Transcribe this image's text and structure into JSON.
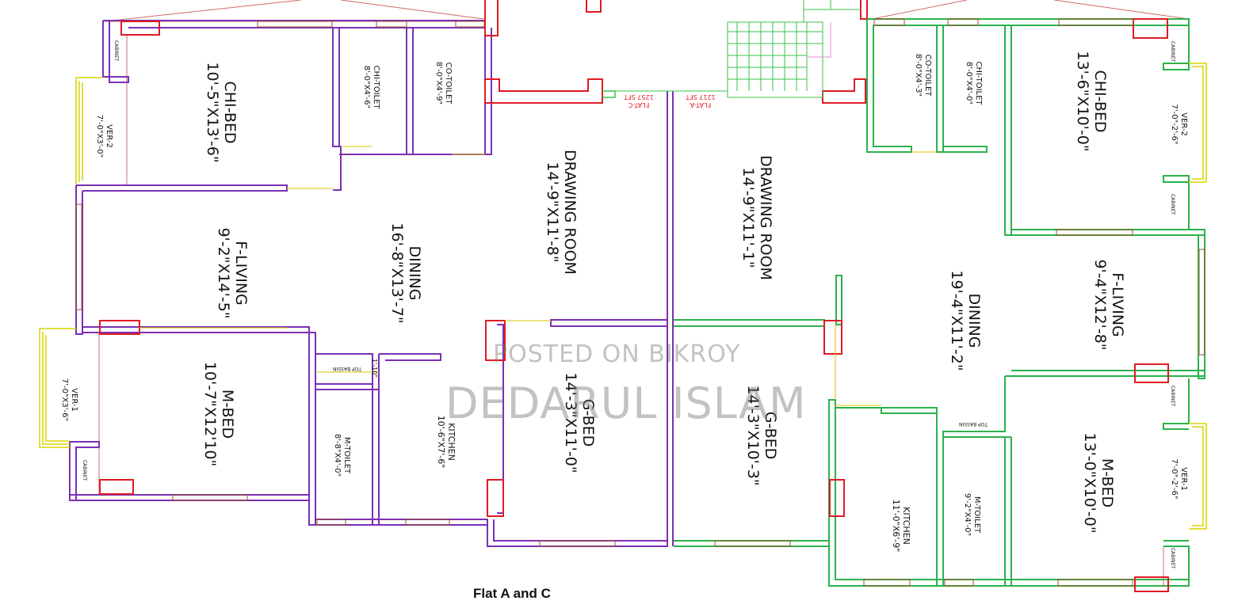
{
  "caption": "Flat A and C",
  "watermark": {
    "line1": "POSTED ON BIKROY",
    "line2": "DEDARUL ISLAM"
  },
  "flat_tags": {
    "flat_c_area": "1257 SFT",
    "flat_c_name": "FLAT-C",
    "flat_a_area": "1217 SFT",
    "flat_a_name": "FLAT-A"
  },
  "flat_c": {
    "chi_bed": {
      "name": "CHI-BED",
      "size": "10'-5\"X13'-6\""
    },
    "chi_toilet": {
      "name": "CHI-TOILET",
      "size": "8'-0\"X4'-6\""
    },
    "co_toilet": {
      "name": "CO-TOILET",
      "size": "8'-0\"X4'-9\""
    },
    "ver2": {
      "name": "VER-2",
      "size": "7'-0\"X3'-0\""
    },
    "cabinet_top": "CABINET",
    "f_living": {
      "name": "F-LIVING",
      "size": "9'-2\"X14'-5\""
    },
    "dining": {
      "name": "DINING",
      "size": "16'-8\"X13'-7\""
    },
    "drawing": {
      "name": "DRAWING ROOM",
      "size": "14'-9\"X11'-8\""
    },
    "ver1": {
      "name": "VER-1",
      "size": "7'-0\"X3'-6\""
    },
    "cabinet_bottom": "CABINET",
    "m_bed": {
      "name": "M-BED",
      "size": "10'-7\"X12'10\""
    },
    "top_bassin": {
      "name": "TOP BASSIN",
      "size": "1'-10\""
    },
    "m_toilet": {
      "name": "M-TOILET",
      "size": "8'-8\"X4'-0\""
    },
    "kitchen": {
      "name": "KITCHEN",
      "size": "10'-6\"X7'-6\""
    },
    "g_bed": {
      "name": "G-BED",
      "size": "14'-3\"X11'-0\""
    }
  },
  "flat_a": {
    "co_toilet": {
      "name": "CO-TOILET",
      "size": "8'-0\"X4'-3\""
    },
    "chi_toilet": {
      "name": "CHI-TOILET",
      "size": "8'-0\"X4'-0\""
    },
    "chi_bed": {
      "name": "CHI-BED",
      "size": "13'-6\"X10'-0\""
    },
    "ver2": {
      "name": "VER-2",
      "size": "7'-0\"-2'-6\""
    },
    "cabinet_1": "CABINET",
    "cabinet_2": "CABINET",
    "drawing": {
      "name": "DRAWING ROOM",
      "size": "14'-9\"X11'-1\""
    },
    "dining": {
      "name": "DINING",
      "size": "19'-4\"X11'-2\""
    },
    "f_living": {
      "name": "F-LIVING",
      "size": "9'-4\"X12'-8\""
    },
    "cabinet_3": "CABINET",
    "top_bassin": {
      "name": "TOP BASSIN"
    },
    "g_bed": {
      "name": "G-BED",
      "size": "14'-3\"X10'-3\""
    },
    "kitchen": {
      "name": "KITCHEN",
      "size": "11'-0\"X6'-9\""
    },
    "m_toilet": {
      "name": "M-TOILET",
      "size": "9'-2\"X4'-0\""
    },
    "m_bed": {
      "name": "M-BED",
      "size": "13'-0\"X10'-0\""
    },
    "ver1": {
      "name": "VER-1",
      "size": "7'-0\"-2'-6\""
    },
    "cabinet_4": "CABINET"
  },
  "colors": {
    "flat_c_wall": "#7b2fb5",
    "flat_a_wall": "#2bb24c",
    "door": "#e01b24",
    "window": "#a0522d",
    "verandah": "#d8d400",
    "stair": "#39c24a",
    "roof_line": "#d26b6b",
    "pink": "#e38bd0"
  }
}
